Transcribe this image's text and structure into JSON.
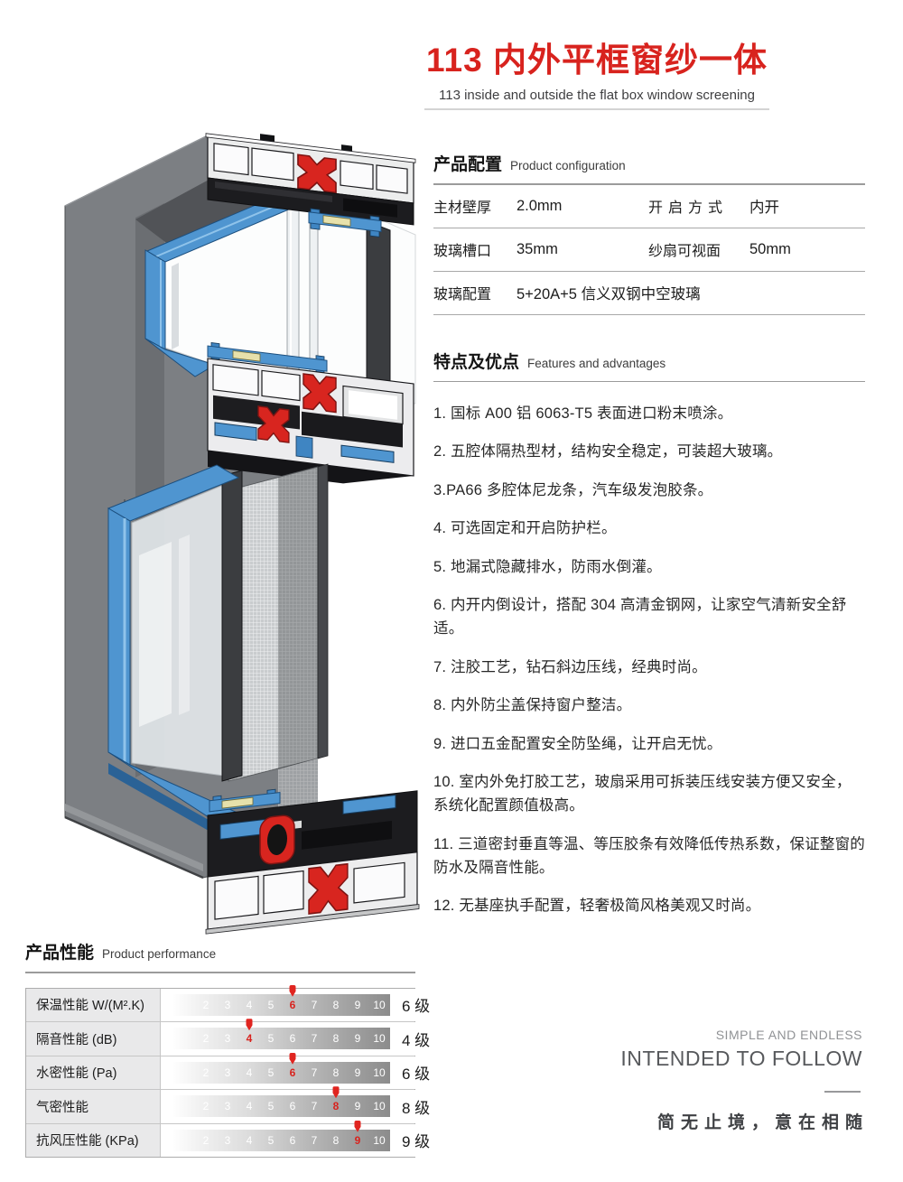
{
  "header": {
    "title": "113 内外平框窗纱一体",
    "subtitle": "113 inside and outside the flat box window screening",
    "title_color": "#d8231e"
  },
  "config": {
    "heading_zh": "产品配置",
    "heading_en": "Product configuration",
    "rows": [
      {
        "cells": [
          {
            "label": "主材壁厚",
            "value": "2.0mm"
          },
          {
            "label": "开启方式",
            "value": "内开"
          }
        ]
      },
      {
        "cells": [
          {
            "label": "玻璃槽口",
            "value": "35mm"
          },
          {
            "label": "纱扇可视面",
            "value": "50mm"
          }
        ]
      },
      {
        "cells": [
          {
            "label": "玻璃配置",
            "value": "5+20A+5 信义双钢中空玻璃"
          }
        ]
      }
    ]
  },
  "features": {
    "heading_zh": "特点及优点",
    "heading_en": "Features and advantages",
    "items": [
      "1. 国标 A00 铝 6063-T5 表面进口粉末喷涂。",
      "2. 五腔体隔热型材，结构安全稳定，可装超大玻璃。",
      "3.PA66 多腔体尼龙条，汽车级发泡胶条。",
      "4. 可选固定和开启防护栏。",
      "5. 地漏式隐藏排水，防雨水倒灌。",
      "6. 内开内倒设计，搭配 304 高清金钢网，让家空气清新安全舒适。",
      "7. 注胶工艺，钻石斜边压线，经典时尚。",
      "8. 内外防尘盖保持窗户整洁。",
      "9. 进口五金配置安全防坠绳，让开启无忧。",
      "10. 室内外免打胶工艺，玻扇采用可拆装压线安装方便又安全，系统化配置颜值极高。",
      "11. 三道密封垂直等温、等压胶条有效降低传热系数，保证整窗的防水及隔音性能。",
      "12. 无基座执手配置，轻奢极简风格美观又时尚。"
    ]
  },
  "performance": {
    "heading_zh": "产品性能",
    "heading_en": "Product performance",
    "scale_ticks": [
      2,
      3,
      4,
      5,
      6,
      7,
      8,
      9,
      10
    ],
    "rows": [
      {
        "label": "保温性能 W/(M².K)",
        "value": 6,
        "level": "6 级"
      },
      {
        "label": "隔音性能 (dB)",
        "value": 4,
        "level": "4 级"
      },
      {
        "label": "水密性能 (Pa)",
        "value": 6,
        "level": "6 级"
      },
      {
        "label": "气密性能",
        "value": 8,
        "level": "8 级"
      },
      {
        "label": "抗风压性能 (KPa)",
        "value": 9,
        "level": "9 级"
      }
    ]
  },
  "footer": {
    "line1": "SIMPLE AND ENDLESS",
    "line2": "INTENDED TO FOLLOW",
    "tagline": "简无止境，意在相随"
  },
  "illustration": {
    "alt": "3D cutaway of aluminium window profile with screen mesh",
    "palette": {
      "wall_gray": "#7c7f83",
      "soffit_gray": "#515357",
      "profile_white": "#ececee",
      "thermal_break_red": "#d8251f",
      "gasket_blue": "#4f95d0",
      "cavity_black": "#1c1c1f",
      "spacer_tan": "#e7e1ab",
      "mesh_gray": "#c9ccce"
    }
  }
}
